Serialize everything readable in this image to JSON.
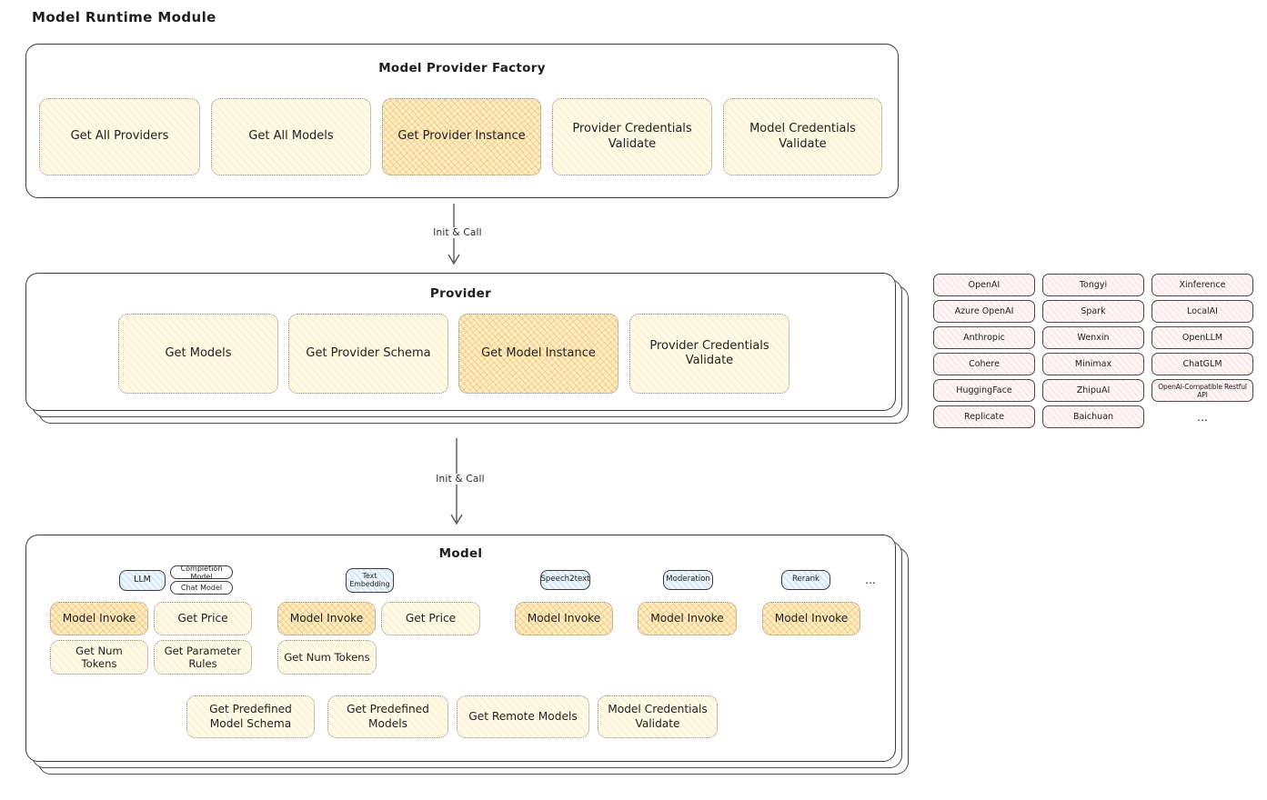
{
  "page_title": "Model Runtime Module",
  "arrow_top": {
    "label": "Init & Call"
  },
  "arrow_bottom": {
    "label": "Init & Call"
  },
  "factory": {
    "title": "Model Provider Factory",
    "buttons": [
      {
        "label": "Get All Providers",
        "highlighted": false
      },
      {
        "label": "Get All Models",
        "highlighted": false
      },
      {
        "label": "Get Provider Instance",
        "highlighted": true
      },
      {
        "label": "Provider Credentials Validate",
        "highlighted": false
      },
      {
        "label": "Model Credentials Validate",
        "highlighted": false
      }
    ]
  },
  "provider": {
    "title": "Provider",
    "buttons": [
      {
        "label": "Get Models",
        "highlighted": false
      },
      {
        "label": "Get Provider Schema",
        "highlighted": false
      },
      {
        "label": "Get Model Instance",
        "highlighted": true
      },
      {
        "label": "Provider Credentials Validate",
        "highlighted": false
      }
    ]
  },
  "providers_list": {
    "items": [
      "OpenAI",
      "Tongyi",
      "Xinference",
      "Azure OpenAI",
      "Spark",
      "LocalAI",
      "Anthropic",
      "Wenxin",
      "OpenLLM",
      "Cohere",
      "Minimax",
      "ChatGLM",
      "HuggingFace",
      "ZhipuAI",
      "OpenAI-Compatible Restful API",
      "Replicate",
      "Baichuan"
    ],
    "ellipsis": "..."
  },
  "model": {
    "title": "Model",
    "tabs": {
      "llm": "LLM",
      "completion_model": "Completion Model",
      "chat_model": "Chat Model",
      "text_embedding": "Text Embedding",
      "speech2text": "Speech2text",
      "moderation": "Moderation",
      "rerank": "Rerank",
      "ellipsis": "..."
    },
    "llm": {
      "invoke": "Model Invoke",
      "get_price": "Get Price",
      "get_num_tokens": "Get Num Tokens",
      "get_parameter_rules": "Get Parameter Rules"
    },
    "text_embedding": {
      "invoke": "Model Invoke",
      "get_price": "Get Price",
      "get_num_tokens": "Get Num Tokens"
    },
    "speech2text": {
      "invoke": "Model Invoke"
    },
    "moderation": {
      "invoke": "Model Invoke"
    },
    "rerank": {
      "invoke": "Model Invoke"
    },
    "bottom_buttons": [
      "Get Predefined Model Schema",
      "Get Predefined Models",
      "Get Remote Models",
      "Model Credentials Validate"
    ]
  },
  "colors": {
    "node_cream": "#fffae6",
    "node_highlight": "#fdeec6",
    "provider_pink": "#fff6f6",
    "tab_blue": "#ecf5fc",
    "border_dark": "#3c3c3c"
  }
}
